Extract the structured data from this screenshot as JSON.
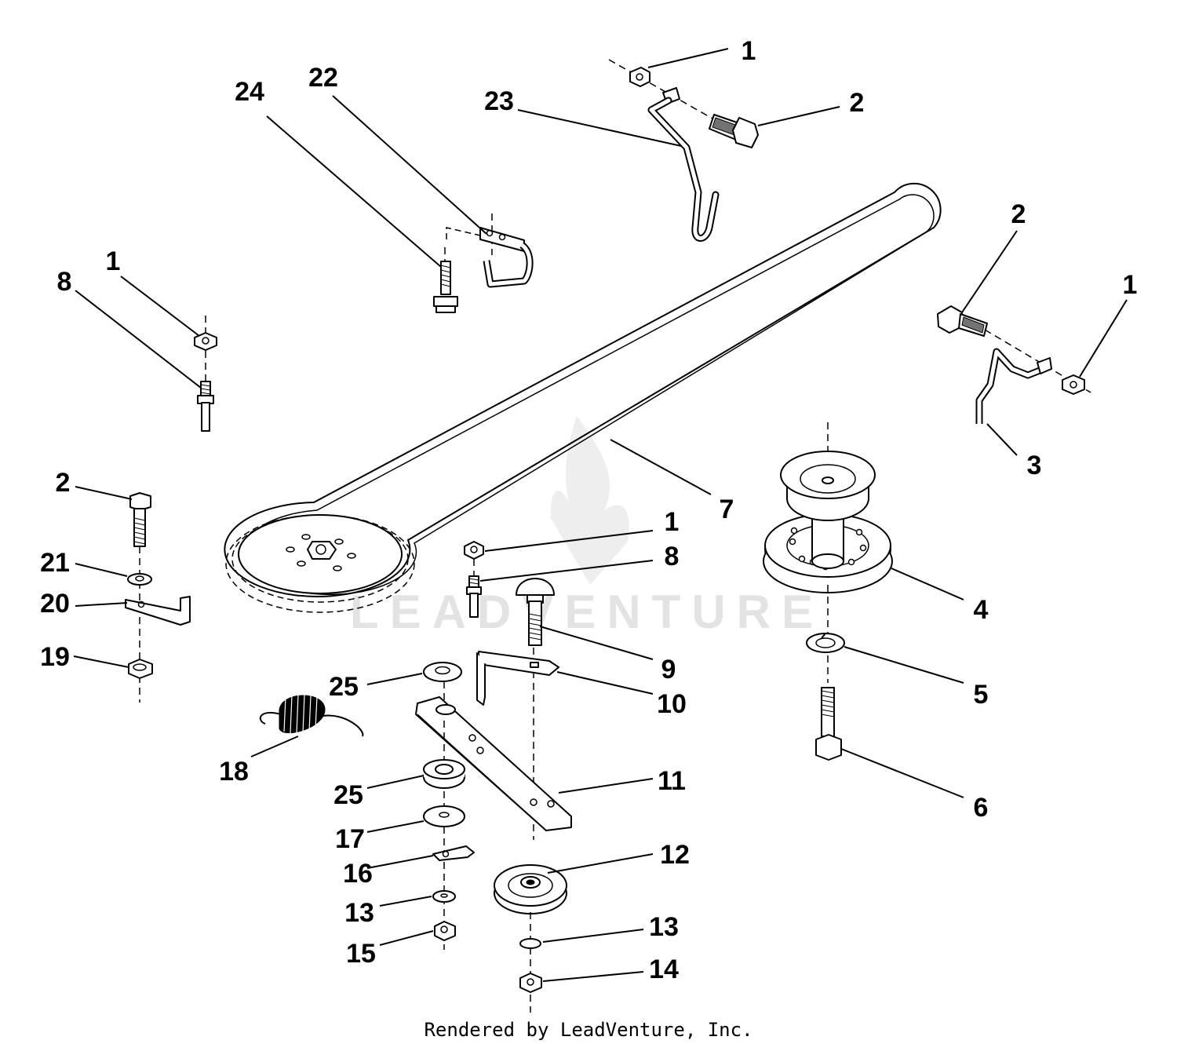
{
  "watermark": {
    "text": "LEADVENTURE",
    "logo_icon": "leadventure-flame-v-logo"
  },
  "footer": {
    "text": "Rendered by LeadVenture, Inc."
  },
  "callouts": {
    "c1a": "1",
    "c1b": "1",
    "c1c": "1",
    "c1d": "1",
    "c2a": "2",
    "c2b": "2",
    "c2c": "2",
    "c3": "3",
    "c4": "4",
    "c5": "5",
    "c6": "6",
    "c7": "7",
    "c8a": "8",
    "c8b": "8",
    "c9": "9",
    "c10": "10",
    "c11": "11",
    "c12": "12",
    "c13a": "13",
    "c13b": "13",
    "c14": "14",
    "c15": "15",
    "c16": "16",
    "c17": "17",
    "c18": "18",
    "c19": "19",
    "c20": "20",
    "c21": "21",
    "c22": "22",
    "c23": "23",
    "c24": "24",
    "c25a": "25",
    "c25b": "25"
  }
}
